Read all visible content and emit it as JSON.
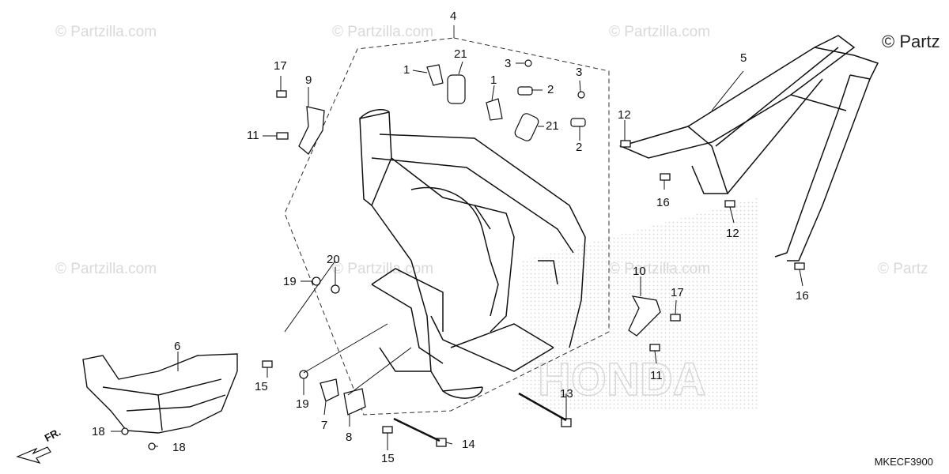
{
  "watermark": "© Partzilla.com",
  "watermark_partial": "© Partz",
  "diagram_code": "MKECF3900",
  "direction_label": "FR.",
  "brand_background": "HONDA",
  "callouts": {
    "c4": "4",
    "c5": "5",
    "c6": "6",
    "c7": "7",
    "c8": "8",
    "c9": "9",
    "c10": "10",
    "c1a": "1",
    "c1b": "1",
    "c2a": "2",
    "c2b": "2",
    "c3a": "3",
    "c3b": "3",
    "c11a": "11",
    "c11b": "11",
    "c12a": "12",
    "c12b": "12",
    "c13": "13",
    "c14": "14",
    "c15a": "15",
    "c15b": "15",
    "c16a": "16",
    "c16b": "16",
    "c17a": "17",
    "c17b": "17",
    "c18a": "18",
    "c18b": "18",
    "c19a": "19",
    "c19b": "19",
    "c20": "20",
    "c21a": "21",
    "c21b": "21"
  }
}
